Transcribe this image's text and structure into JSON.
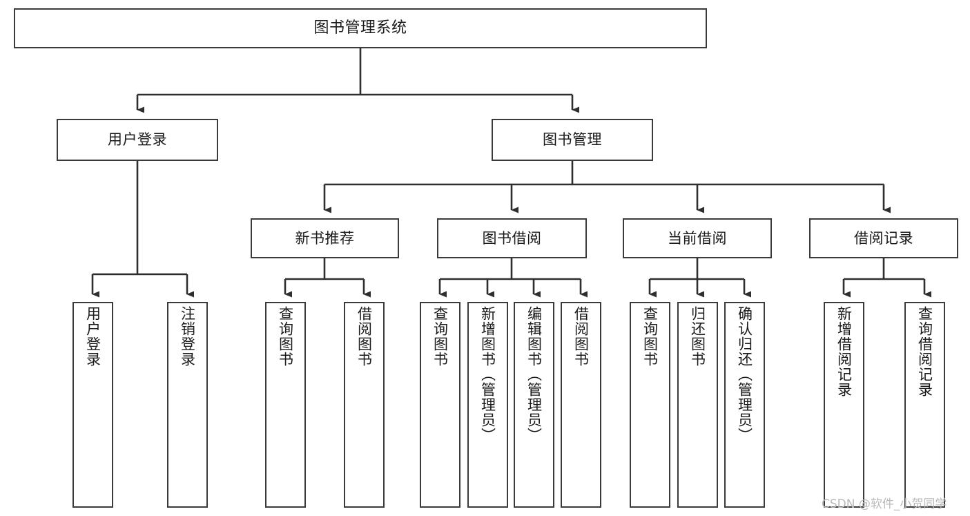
{
  "diagram": {
    "type": "tree",
    "title": "图书管理系统",
    "root": {
      "label": "图书管理系统"
    },
    "level2": [
      {
        "label": "用户登录"
      },
      {
        "label": "图书管理"
      }
    ],
    "level3": [
      {
        "label": "新书推荐"
      },
      {
        "label": "图书借阅"
      },
      {
        "label": "当前借阅"
      },
      {
        "label": "借阅记录"
      }
    ],
    "leaves": {
      "user_login": [
        {
          "label": "用户登录"
        },
        {
          "label": "注销登录"
        }
      ],
      "new_book_recommend": [
        {
          "label": "查询图书"
        },
        {
          "label": "借阅图书"
        }
      ],
      "book_borrow": [
        {
          "label": "查询图书"
        },
        {
          "label": "新增图书（管理员）"
        },
        {
          "label": "编辑图书（管理员）"
        },
        {
          "label": "借阅图书"
        }
      ],
      "current_borrow": [
        {
          "label": "查询图书"
        },
        {
          "label": "归还图书"
        },
        {
          "label": "确认归还（管理员）"
        }
      ],
      "borrow_record": [
        {
          "label": "新增借阅记录"
        },
        {
          "label": "查询借阅记录"
        }
      ]
    }
  },
  "watermark": {
    "text": "CSDN @软件_小贺同学"
  },
  "colors": {
    "stroke": "#3a3a3a",
    "background": "#ffffff",
    "text": "#1a1a1a",
    "watermark": "#b9b9b9"
  }
}
